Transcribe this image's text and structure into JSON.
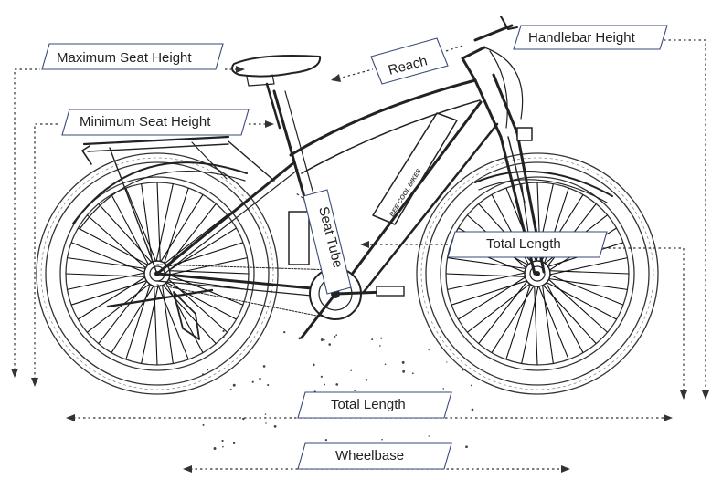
{
  "diagram": {
    "brand_text": "BEE COOL BIKES",
    "labels": {
      "maximum_seat_height": "Maximum Seat Height",
      "minimum_seat_height": "Minimum Seat Height",
      "reach": "Reach",
      "handlebar_height": "Handlebar Height",
      "seat_tube": "Seat Tube",
      "total_length_right": "Total Length",
      "total_length_bottom": "Total Length",
      "wheelbase": "Wheelbase"
    }
  }
}
